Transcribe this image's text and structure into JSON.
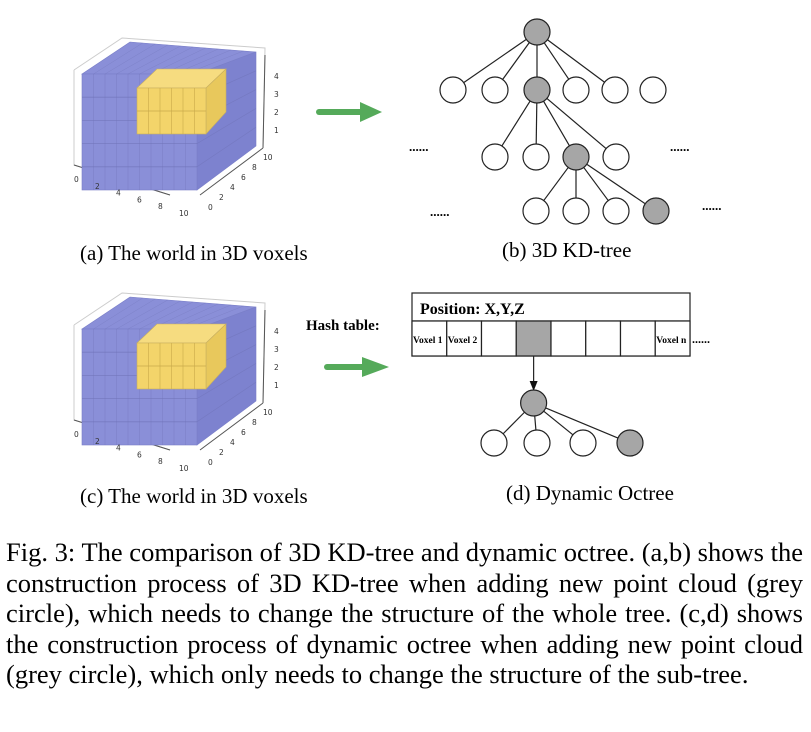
{
  "figure": {
    "panels": {
      "a": {
        "caption": "(a) The world in 3D voxels"
      },
      "b": {
        "caption": "(b) 3D KD-tree",
        "ellipsis": "......"
      },
      "c": {
        "caption": "(c) The world in 3D voxels"
      },
      "d": {
        "caption": "(d) Dynamic Octree",
        "hash_label": "Hash table:",
        "table_header": "Position: X,Y,Z",
        "cells": [
          "Voxel 1",
          "Voxel 2",
          "",
          "",
          "",
          "",
          "",
          "Voxel n"
        ],
        "highlighted_cell": 3,
        "trailing": "......"
      }
    },
    "voxel_axes": {
      "x_ticks": [
        "0",
        "2",
        "4",
        "6",
        "8",
        "10"
      ],
      "y_ticks": [
        "0",
        "2",
        "4",
        "6",
        "8",
        "10"
      ],
      "z_ticks": [
        "1",
        "2",
        "3",
        "4"
      ]
    },
    "colors": {
      "voxel_blue": "#8a8fd8",
      "voxel_yellow": "#f3d46a",
      "node_grey": "#a6a6a6",
      "arrow_green": "#55aa5a"
    },
    "caption": "Fig. 3: The comparison of 3D KD-tree and dynamic octree. (a,b) shows the construction process of 3D KD-tree when adding new point cloud (grey circle), which needs to change the structure of the whole tree. (c,d) shows the construction process of dynamic octree when adding new point cloud (grey circle), which only needs to change the structure of the sub-tree."
  }
}
